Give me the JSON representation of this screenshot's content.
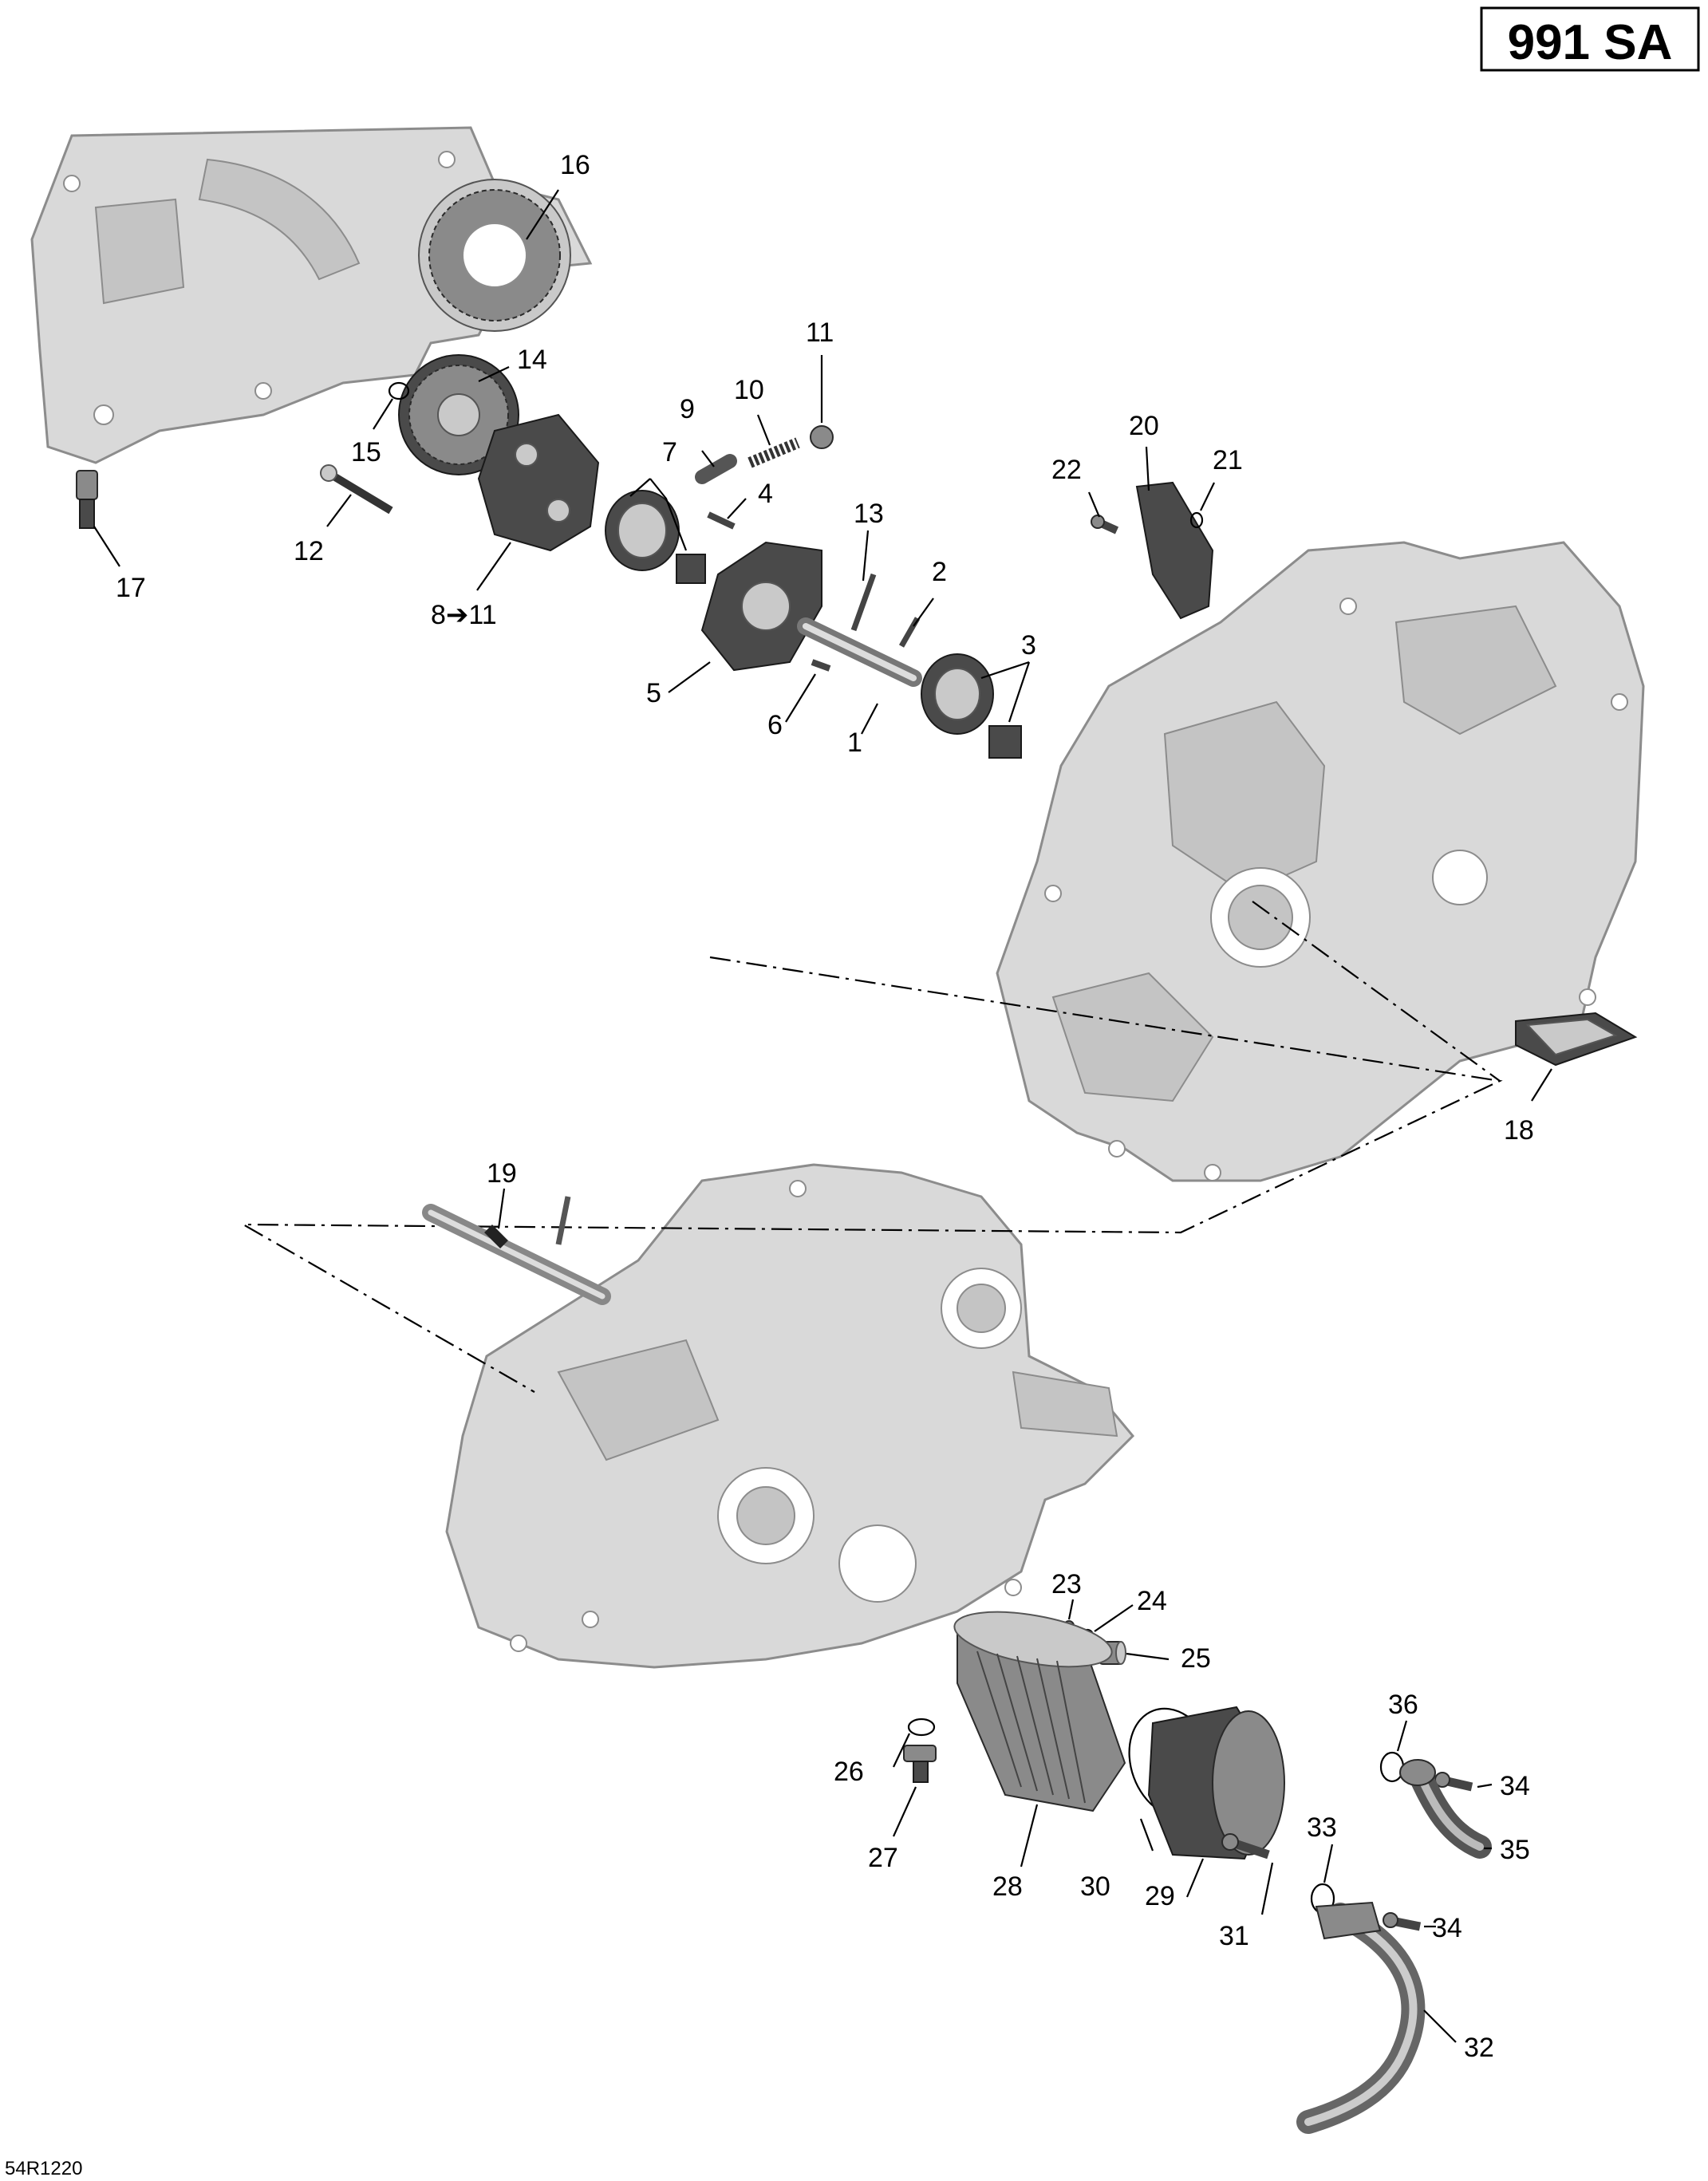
{
  "header": {
    "model_code": "991 SA"
  },
  "footer": {
    "reference": "54R1220"
  },
  "callouts": {
    "c1": "1",
    "c2": "2",
    "c3": "3",
    "c4": "4",
    "c5": "5",
    "c6": "6",
    "c7": "7",
    "c8": "8➔11",
    "c9": "9",
    "c10": "10",
    "c11": "11",
    "c12": "12",
    "c13": "13",
    "c14": "14",
    "c15": "15",
    "c16": "16",
    "c17": "17",
    "c18": "18",
    "c19": "19",
    "c20": "20",
    "c21": "21",
    "c22": "22",
    "c23": "23",
    "c24": "24",
    "c25": "25",
    "c26": "26",
    "c27": "27",
    "c28": "28",
    "c29": "29",
    "c30": "30",
    "c31": "31",
    "c32": "32",
    "c33": "33",
    "c34a": "34",
    "c34b": "34",
    "c35": "35",
    "c36": "36"
  }
}
